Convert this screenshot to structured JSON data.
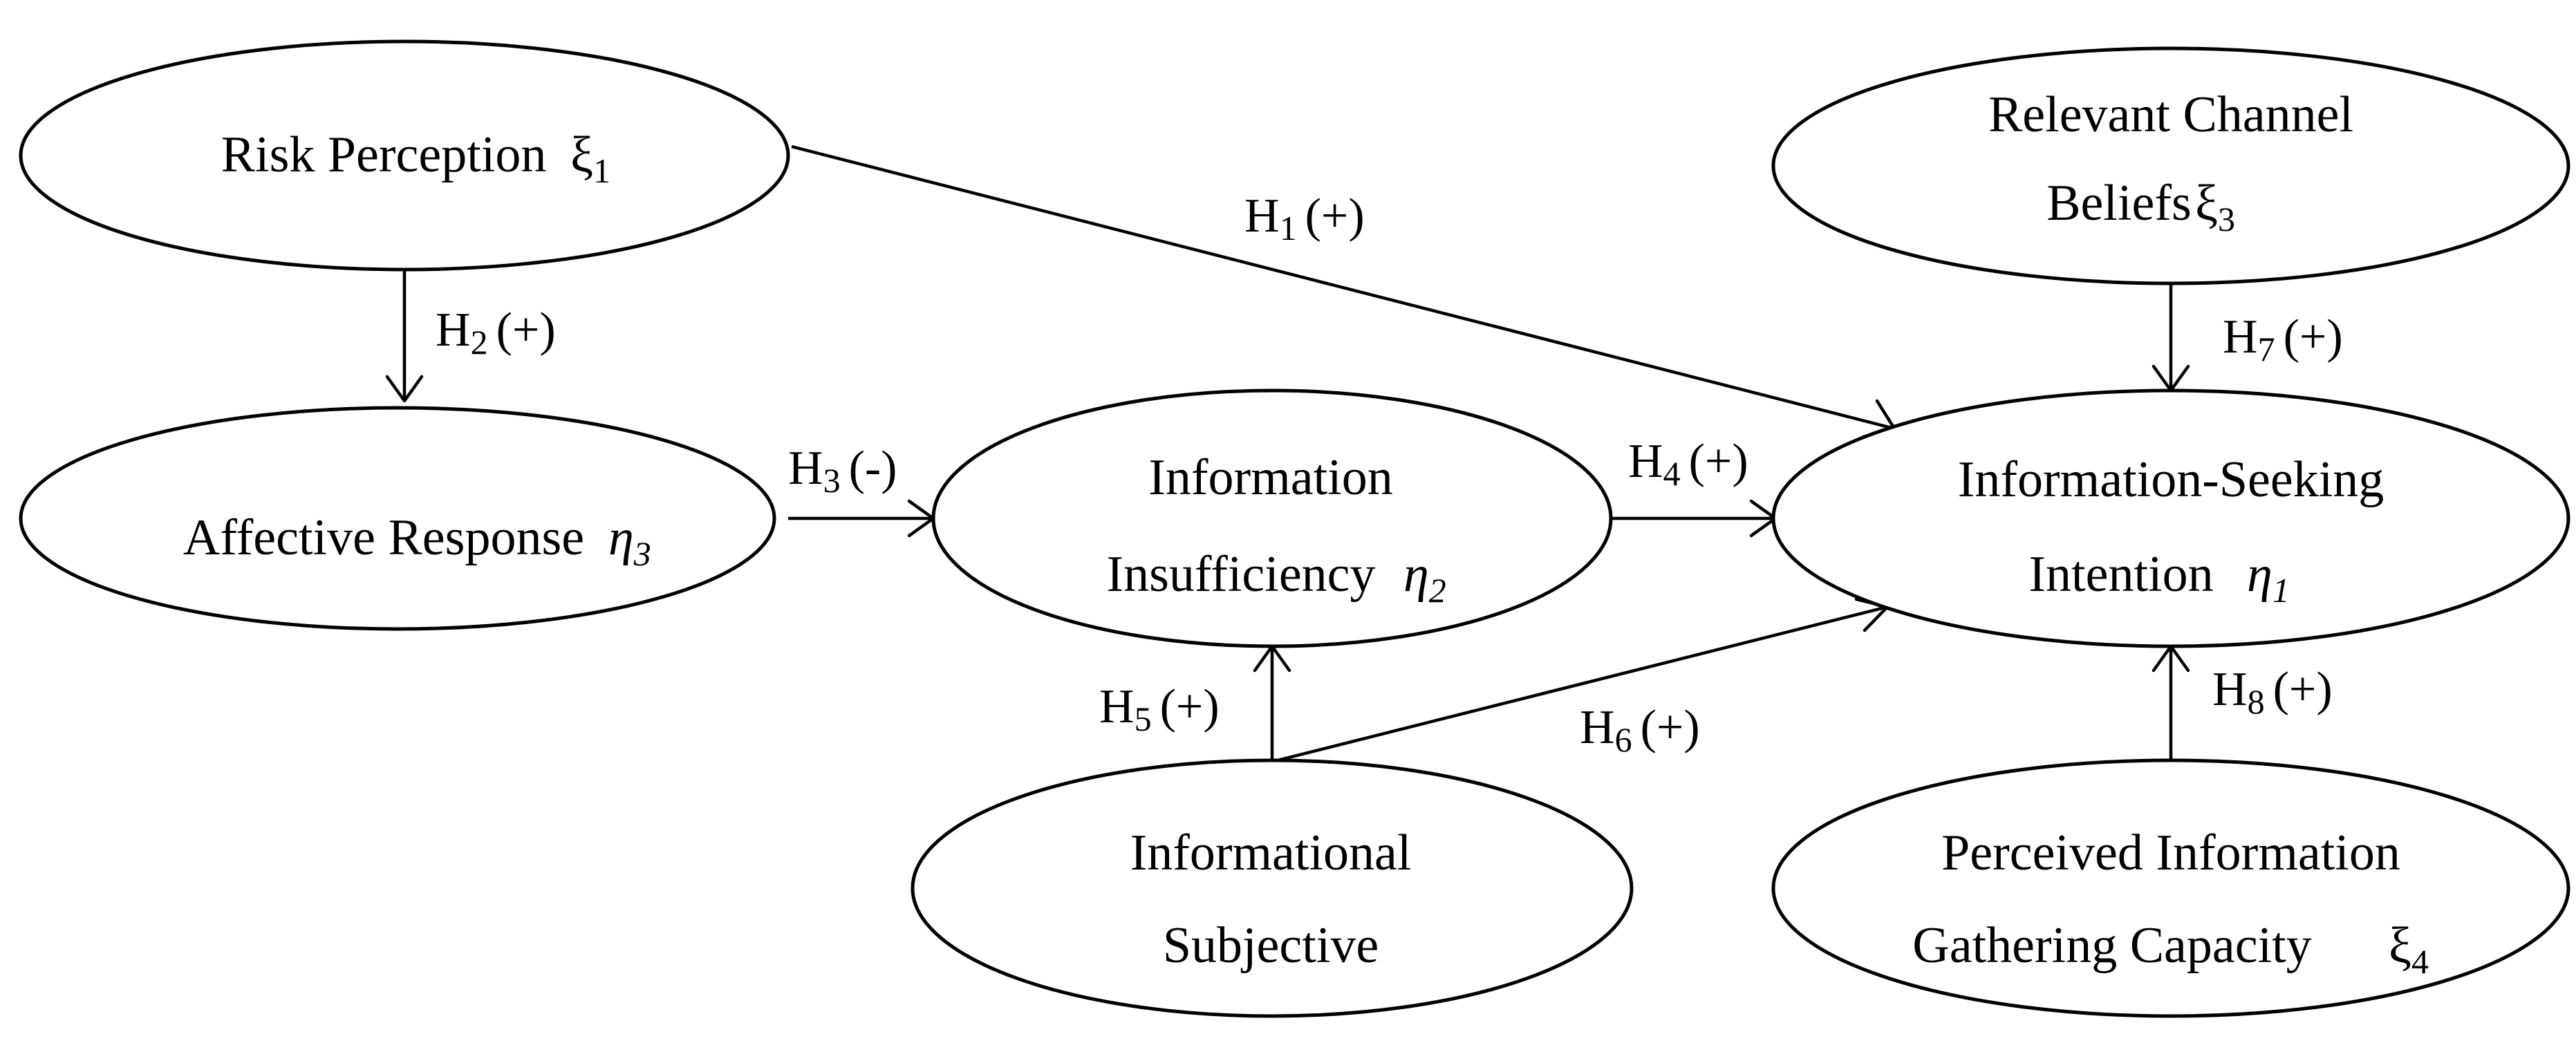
{
  "nodes": {
    "risk_perception": {
      "lines": [
        "Risk Perception"
      ],
      "symbol": "ξ",
      "subscript": "1"
    },
    "affective_response": {
      "lines": [
        "Affective Response"
      ],
      "symbol": "η",
      "subscript": "3"
    },
    "information_insufficiency": {
      "lines": [
        "Information",
        "Insufficiency"
      ],
      "symbol": "η",
      "subscript": "2"
    },
    "informational_subjective": {
      "lines": [
        "Informational",
        "Subjective"
      ]
    },
    "relevant_channel_beliefs": {
      "lines": [
        "Relevant Channel",
        "Beliefs"
      ],
      "symbol": "ξ",
      "subscript": "3"
    },
    "information_seeking_intention": {
      "lines": [
        "Information-Seeking",
        "Intention"
      ],
      "symbol": "η",
      "subscript": "1"
    },
    "perceived_info_gathering_capacity": {
      "lines": [
        "Perceived Information",
        "Gathering Capacity"
      ],
      "symbol": "ξ",
      "subscript": "4"
    }
  },
  "hypotheses": [
    {
      "id": "H",
      "num": "1",
      "sign": "(+)",
      "from": "Risk Perception",
      "to": "Information-Seeking Intention"
    },
    {
      "id": "H",
      "num": "2",
      "sign": "(+)",
      "from": "Risk Perception",
      "to": "Affective Response"
    },
    {
      "id": "H",
      "num": "3",
      "sign": "(-)",
      "from": "Affective Response",
      "to": "Information Insufficiency"
    },
    {
      "id": "H",
      "num": "4",
      "sign": "(+)",
      "from": "Information Insufficiency",
      "to": "Information-Seeking Intention"
    },
    {
      "id": "H",
      "num": "5",
      "sign": "(+)",
      "from": "Informational Subjective",
      "to": "Information Insufficiency"
    },
    {
      "id": "H",
      "num": "6",
      "sign": "(+)",
      "from": "Informational Subjective",
      "to": "Information-Seeking Intention"
    },
    {
      "id": "H",
      "num": "7",
      "sign": "(+)",
      "from": "Relevant Channel Beliefs",
      "to": "Information-Seeking Intention"
    },
    {
      "id": "H",
      "num": "8",
      "sign": "(+)",
      "from": "Perceived Information Gathering Capacity",
      "to": "Information-Seeking Intention"
    }
  ]
}
